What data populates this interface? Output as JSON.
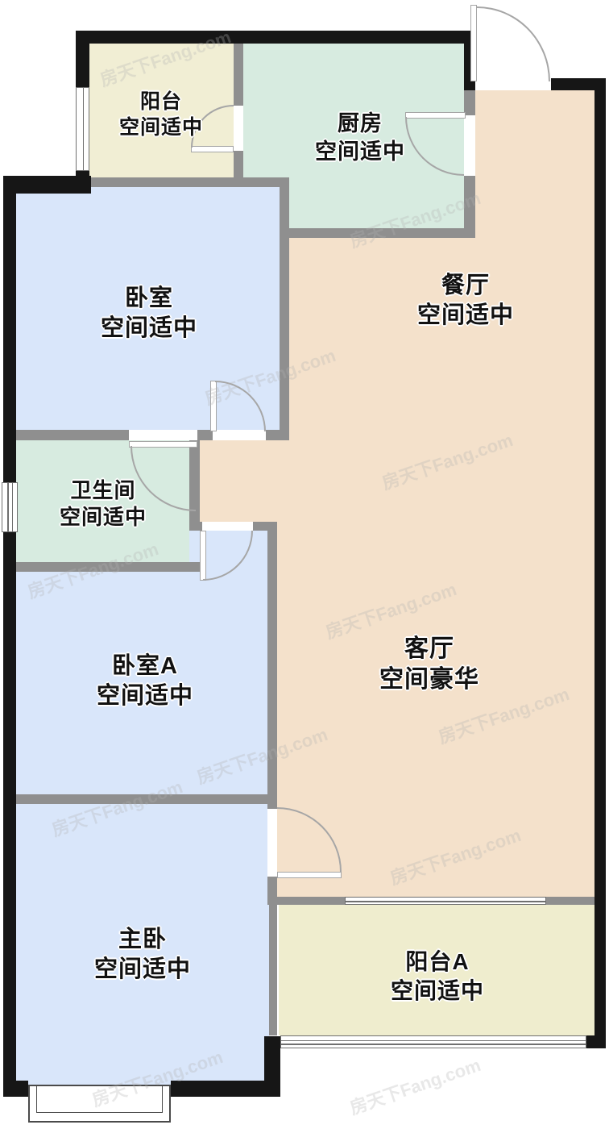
{
  "watermark": "房天下Fang.com",
  "palette": {
    "wall_exterior": "#161616",
    "wall_interior": "#8f8f8f",
    "floor_balcony": "#f1eed4",
    "floor_kitchen": "#d7ebe0",
    "floor_bathroom": "#d7ebe0",
    "floor_bedroom": "#d9e6fa",
    "floor_living": "#f4e1cb",
    "floor_balcony_a": "#efedce",
    "door_arc": "#a6a6a6"
  },
  "rooms": [
    {
      "id": "balcony",
      "name": "阳台",
      "rating": "空间适中"
    },
    {
      "id": "kitchen",
      "name": "厨房",
      "rating": "空间适中"
    },
    {
      "id": "dining",
      "name": "餐厅",
      "rating": "空间适中"
    },
    {
      "id": "bedroom",
      "name": "卧室",
      "rating": "空间适中"
    },
    {
      "id": "bathroom",
      "name": "卫生间",
      "rating": "空间适中"
    },
    {
      "id": "bedroom_a",
      "name": "卧室A",
      "rating": "空间适中"
    },
    {
      "id": "living",
      "name": "客厅",
      "rating": "空间豪华"
    },
    {
      "id": "master",
      "name": "主卧",
      "rating": "空间适中"
    },
    {
      "id": "balcony_a",
      "name": "阳台A",
      "rating": "空间适中"
    }
  ]
}
